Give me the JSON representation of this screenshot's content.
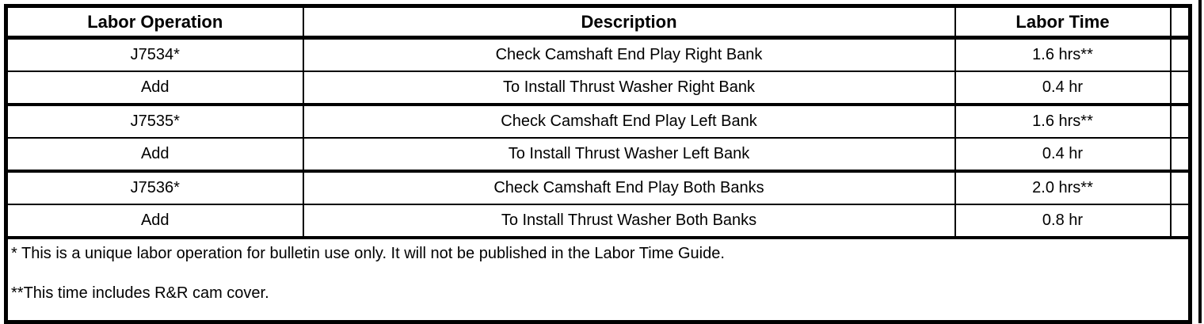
{
  "table": {
    "columns": {
      "labor_operation": "Labor Operation",
      "description": "Description",
      "labor_time": "Labor Time"
    },
    "rows": [
      {
        "op": "J7534*",
        "desc": "Check Camshaft End Play Right Bank",
        "time": "1.6 hrs**"
      },
      {
        "op": "Add",
        "desc": "To Install Thrust Washer Right Bank",
        "time": "0.4 hr"
      },
      {
        "op": "J7535*",
        "desc": "Check Camshaft End Play Left Bank",
        "time": "1.6 hrs**"
      },
      {
        "op": "Add",
        "desc": "To Install Thrust Washer Left Bank",
        "time": "0.4 hr"
      },
      {
        "op": "J7536*",
        "desc": "Check Camshaft End Play Both Banks",
        "time": "2.0 hrs**"
      },
      {
        "op": "Add",
        "desc": "To Install Thrust Washer Both Banks",
        "time": "0.8 hr"
      }
    ],
    "notes": [
      "* This is a unique labor operation for bulletin use only. It will not be published in the Labor Time Guide.",
      "**This time includes R&R cam cover."
    ]
  },
  "colors": {
    "border": "#000000",
    "background": "#ffffff",
    "text": "#000000"
  }
}
